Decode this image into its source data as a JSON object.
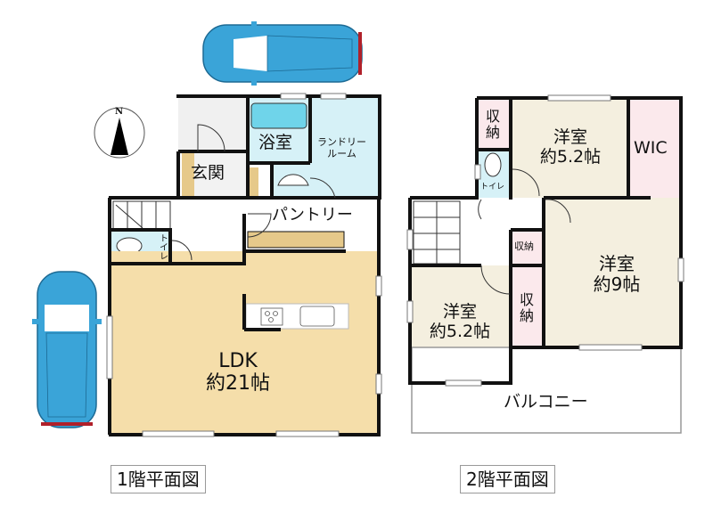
{
  "compass": {
    "label": "N"
  },
  "floor1": {
    "caption": "1階平面図",
    "rooms": {
      "entrance": "玄関",
      "bathroom": "浴室",
      "laundry_line1": "ランドリー",
      "laundry_line2": "ルーム",
      "pantry": "パントリー",
      "toilet": "トイレ",
      "ldk_name": "LDK",
      "ldk_size": "約21帖"
    }
  },
  "floor2": {
    "caption": "2階平面図",
    "rooms": {
      "storage_top_line1": "収",
      "storage_top_line2": "納",
      "bedroom_top_name": "洋室",
      "bedroom_top_size": "約5.2帖",
      "wic": "WIC",
      "toilet": "トイレ",
      "storage_small": "収納",
      "bedroom_right_name": "洋室",
      "bedroom_right_size": "約9帖",
      "storage_mid_line1": "収",
      "storage_mid_line2": "納",
      "bedroom_left_name": "洋室",
      "bedroom_left_size": "約5.2帖",
      "balcony": "バルコニー"
    }
  },
  "colors": {
    "wall": "#111111",
    "ldk_floor": "#f5deaa",
    "bedroom_floor": "#f4efdf",
    "wet_area": "#d6f1f7",
    "storage": "#fbe9ec",
    "car": "#3aa4d8",
    "entrance_tile": "#f0f0f0",
    "step": "#e6c98a"
  }
}
